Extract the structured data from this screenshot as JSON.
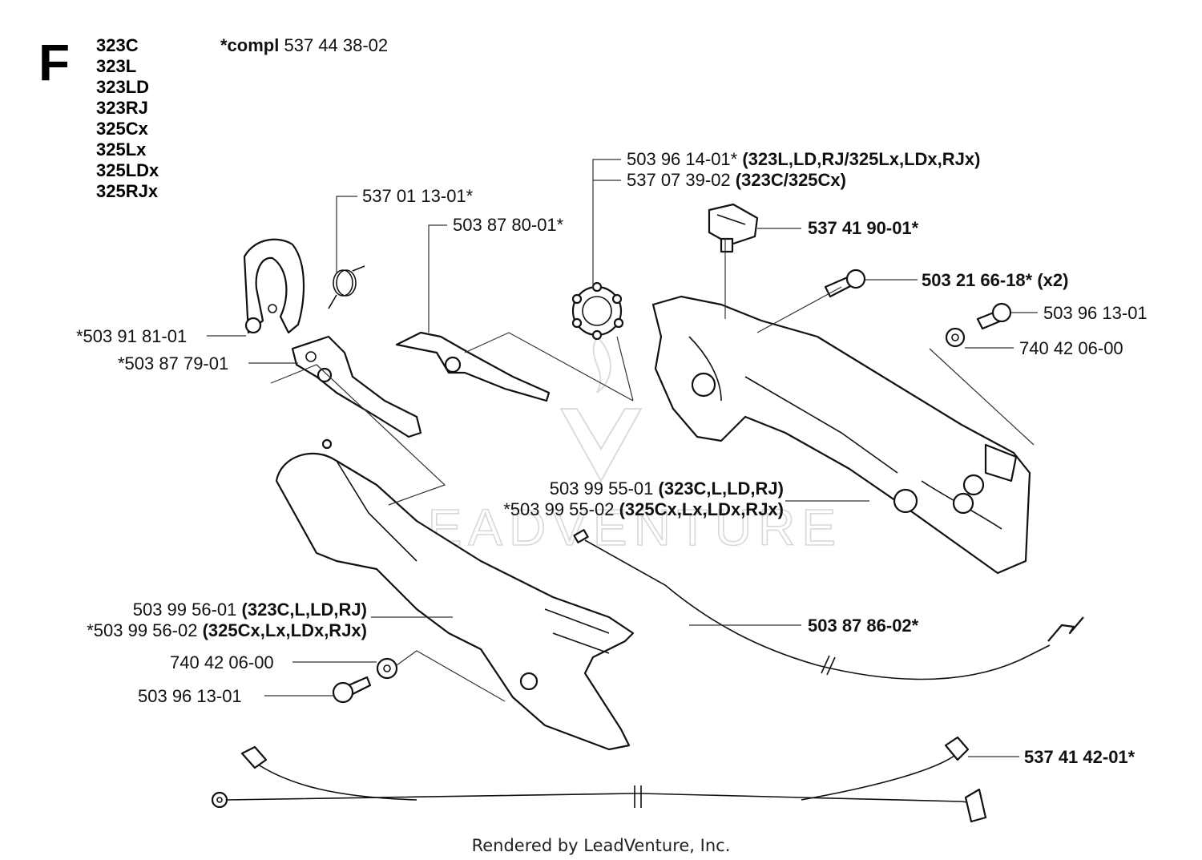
{
  "section_letter": "F",
  "models": [
    "323C",
    "323L",
    "323LD",
    "323RJ",
    "325Cx",
    "325Lx",
    "325LDx",
    "325RJx"
  ],
  "compl": {
    "prefix": "*compl",
    "number": "537 44 38-02"
  },
  "parts": {
    "p_537011301": "537 01 13-01*",
    "p_503878001": "503 87 80-01*",
    "p_503961401": "503 96 14-01*",
    "p_503961401_models": "(323L,LD,RJ/325Lx,LDx,RJx)",
    "p_537073902": "537 07 39-02",
    "p_537073902_models": "(323C/325Cx)",
    "p_537419001": "537 41 90-01*",
    "p_503216618": "503 21 66-18* (x2)",
    "p_503961301_a": "503 96 13-01",
    "p_740420600_a": "740 42 06-00",
    "p_503918101": "*503 91 81-01",
    "p_503877901": "*503 87 79-01",
    "p_503995501": "503 99 55-01",
    "p_503995501_models": "(323C,L,LD,RJ)",
    "p_503995502": "*503 99 55-02",
    "p_503995502_models": "(325Cx,Lx,LDx,RJx)",
    "p_503878602": "503 87 86-02*",
    "p_503995601": "503 99 56-01",
    "p_503995601_models": "(323C,L,LD,RJ)",
    "p_503995602": "*503 99 56-02",
    "p_503995602_models": "(325Cx,Lx,LDx,RJx)",
    "p_740420600_b": "740 42 06-00",
    "p_503961301_b": "503 96 13-01",
    "p_537414201": "537 41 42-01*"
  },
  "watermark": "LEADVENTURE",
  "footer": "Rendered by LeadVenture, Inc."
}
